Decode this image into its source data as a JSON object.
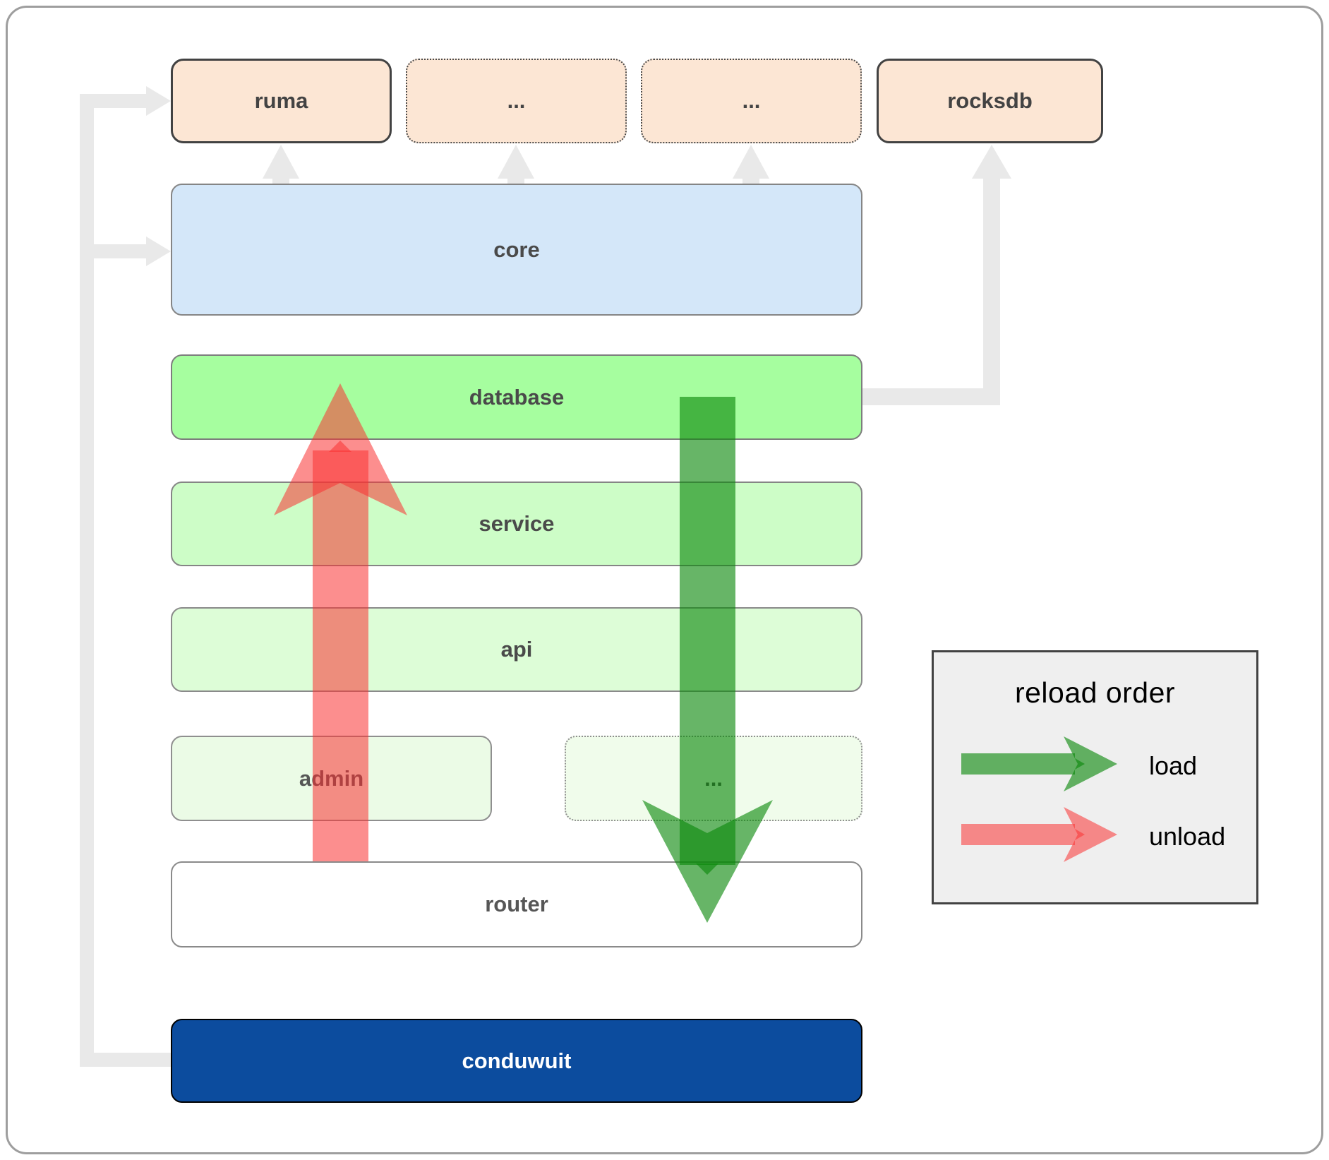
{
  "diagram": {
    "nodes": {
      "ruma": "ruma",
      "top_dots_1": "...",
      "top_dots_2": "...",
      "rocksdb": "rocksdb",
      "core": "core",
      "database": "database",
      "service": "service",
      "api": "api",
      "admin": "admin",
      "admin_dots": "...",
      "router": "router",
      "conduwuit": "conduwuit"
    },
    "legend": {
      "title": "reload order",
      "load_label": "load",
      "unload_label": "unload"
    },
    "colors": {
      "load_arrow": "#0a870a",
      "unload_arrow": "#fa3232",
      "connector_gray": "#e9e9e9",
      "core_fill": "#d4e7f9",
      "database_fill": "#a6fe9f",
      "module_fill": "#fce6d4",
      "conduwuit_fill": "#0c4c9e",
      "legend_bg": "#efefef"
    }
  }
}
